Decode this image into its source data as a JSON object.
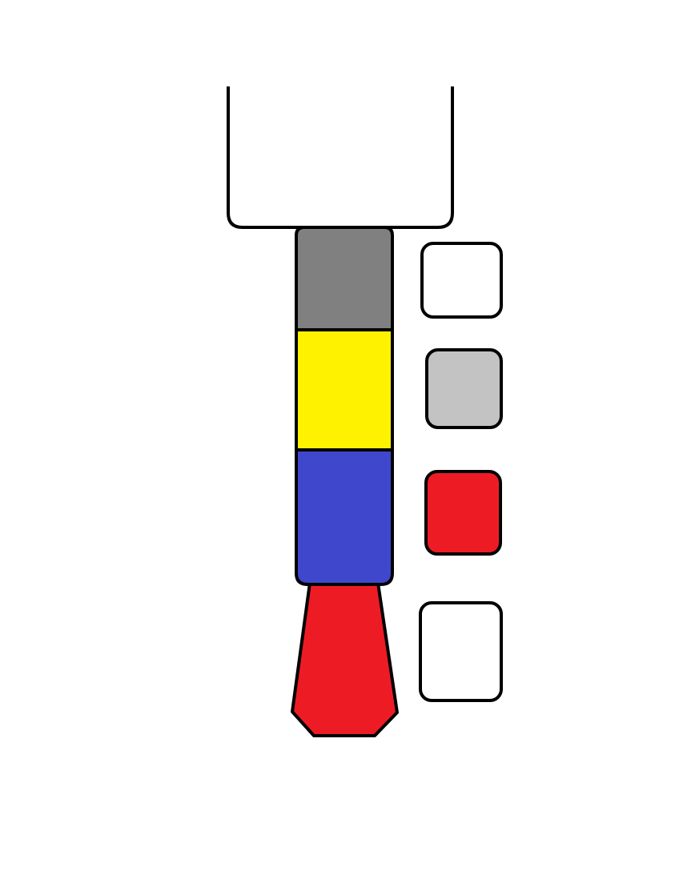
{
  "colors": {
    "background": "#ffffff",
    "outline": "#000000",
    "plug_body": "#ffffff",
    "sleeve": "#808080",
    "ring_2": "#fff200",
    "ring_1": "#3f48cc",
    "tip": "#ed1c24",
    "swatch_1": "#ffffff",
    "swatch_2": "#c3c3c3",
    "swatch_3": "#ed1c24",
    "swatch_4": "#ffffff"
  },
  "diagram": {
    "plug_segments_top_to_bottom": [
      "plug_body",
      "sleeve",
      "ring_2",
      "ring_1",
      "tip"
    ],
    "swatches_top_to_bottom": [
      "swatch_1",
      "swatch_2",
      "swatch_3",
      "swatch_4"
    ]
  }
}
